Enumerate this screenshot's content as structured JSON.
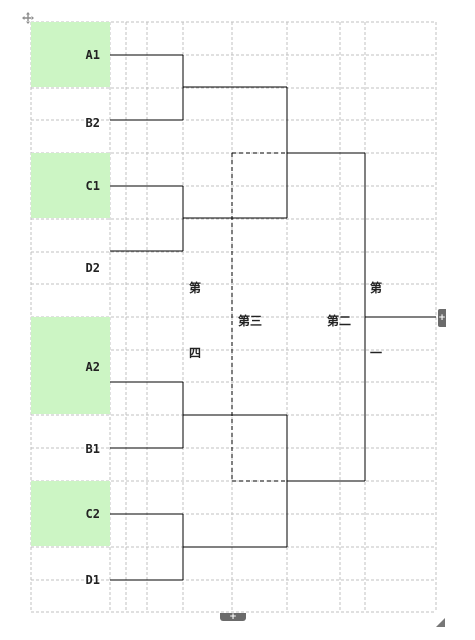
{
  "teams": [
    {
      "label": "A1"
    },
    {
      "label": "B2"
    },
    {
      "label": "C1"
    },
    {
      "label": "D2"
    },
    {
      "label": "A2"
    },
    {
      "label": "B1"
    },
    {
      "label": "C2"
    },
    {
      "label": "D1"
    }
  ],
  "places": {
    "fourth_top": "第",
    "fourth_bottom": "四",
    "third": "第三",
    "second": "第二",
    "first_top": "第",
    "first_bottom": "一"
  },
  "handles": {
    "move_icon": "move-cross-icon",
    "right_icon": "plus-icon",
    "bottom_icon": "plus-icon",
    "plus_glyph": "+"
  },
  "colors": {
    "highlight": "#ccf5c4",
    "grid": "#c0c0c0",
    "line": "#000000"
  }
}
